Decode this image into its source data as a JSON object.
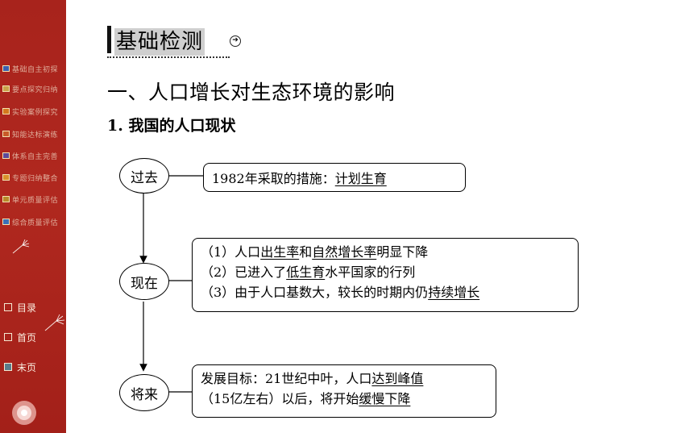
{
  "sidebar": {
    "nav_items": [
      {
        "label": "基础自主初探",
        "color": "#3a5fb0"
      },
      {
        "label": "要点探究归纳",
        "color": "#c9a24a"
      },
      {
        "label": "实验案例探究",
        "color": "#d4781e"
      },
      {
        "label": "知能达标演练",
        "color": "#c85a28"
      },
      {
        "label": "体系自主完善",
        "color": "#5b4a9b"
      },
      {
        "label": "专题归纳整合",
        "color": "#d8902a"
      },
      {
        "label": "单元质量评估",
        "color": "#b88a2a"
      },
      {
        "label": "综合质量评估",
        "color": "#3a6fb8"
      }
    ],
    "page_links": [
      {
        "label": "目录"
      },
      {
        "label": "首页"
      },
      {
        "label": "末页"
      }
    ]
  },
  "main": {
    "section_heading": "基础检测",
    "title_1": "一、人口增长对生态环境的影响",
    "title_2": "1. 我国的人口现状"
  },
  "diagram": {
    "past": {
      "node": "过去",
      "prefix": "1982年采取的措施：",
      "underlined": "计划生育"
    },
    "present": {
      "node": "现在",
      "line1": {
        "pre": "（1）人口",
        "u1": "出生率",
        "mid": "和",
        "u2": "自然增长率",
        "post": "明显下降"
      },
      "line2": {
        "pre": "（2）已进入了",
        "u1": "低生育",
        "post": "水平国家的行列"
      },
      "line3": {
        "pre": "（3）由于人口基数大，较长的时期内仍",
        "u1": "持续增长"
      }
    },
    "future": {
      "node": "将来",
      "line1_pre": "发展目标：21世纪中叶，人口",
      "line1_u": "达到峰值",
      "line2_pre": "（15亿左右）以后，将开始",
      "line2_u": "缓慢下降"
    }
  }
}
